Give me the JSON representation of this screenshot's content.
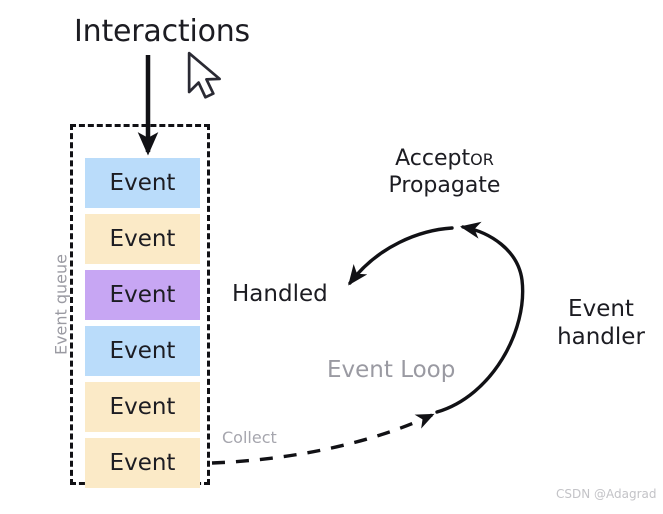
{
  "diagram": {
    "title": "Interactions",
    "cursor_icon": "mouse-pointer-icon",
    "queue": {
      "label": "Event queue",
      "box_style": "dashed",
      "items": [
        {
          "label": "Event",
          "color": "#badcfa"
        },
        {
          "label": "Event",
          "color": "#fbeac7"
        },
        {
          "label": "Event",
          "color": "#c7a6f3"
        },
        {
          "label": "Event",
          "color": "#badcfa"
        },
        {
          "label": "Event",
          "color": "#fbeac7"
        },
        {
          "label": "Event",
          "color": "#fbeac7"
        }
      ]
    },
    "loop": {
      "accept_label": "Accept",
      "or_label": "OR",
      "propagate_label": "Propagate",
      "handled_label": "Handled",
      "event_handler_label_line1": "Event",
      "event_handler_label_line2": "handler",
      "loop_name": "Event Loop",
      "collect_label": "Collect"
    },
    "watermark": "CSDN @Adagrad",
    "colors": {
      "ink": "#1c1c22",
      "muted": "#9a9aa2",
      "faint": "#c3c3c7",
      "blue": "#badcfa",
      "yellow": "#fbeac7",
      "purple": "#c7a6f3",
      "background": "#ffffff"
    }
  }
}
